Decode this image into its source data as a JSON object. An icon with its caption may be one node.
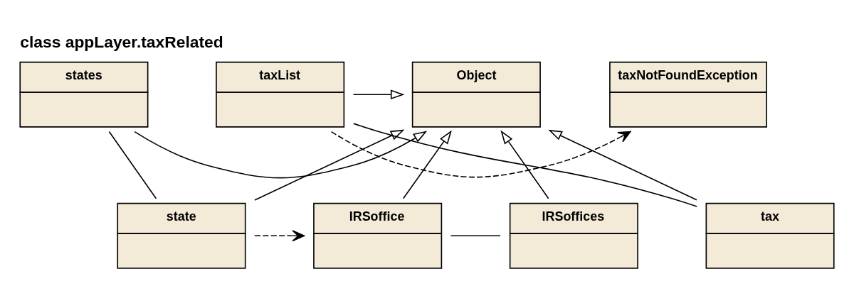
{
  "diagram": {
    "title": "class appLayer.taxRelated",
    "nodes": [
      {
        "text": [
          "states"
        ]
      },
      {
        "text": [
          "Object"
        ]
      },
      {
        "text": [
          "taxList"
        ]
      },
      {
        "text": [
          "taxNotFoundException"
        ]
      },
      {
        "text": [
          "state"
        ]
      },
      {
        "text": [
          "IRSoffice"
        ]
      },
      {
        "text": [
          "IRSoffices"
        ]
      },
      {
        "text": [
          "tax"
        ]
      }
    ],
    "edges": [
      {
        "from": 0,
        "to": 1,
        "arrow": "to"
      },
      {
        "from": 2,
        "to": 1,
        "arrow": "to"
      },
      {
        "from": 2,
        "to": 3,
        "arrow": "to",
        "style": "dashed"
      },
      {
        "from": 0,
        "to": 4,
        "arrow": "none"
      },
      {
        "from": 4,
        "to": 1,
        "arrow": "to"
      },
      {
        "from": 5,
        "to": 1,
        "arrow": "to"
      },
      {
        "from": 6,
        "to": 1,
        "arrow": "to"
      },
      {
        "from": 7,
        "to": 1,
        "arrow": "to"
      },
      {
        "from": 2,
        "to": 7,
        "arrow": "none"
      },
      {
        "from": 4,
        "to": 5,
        "arrow": "to",
        "style": "dashed"
      },
      {
        "from": 5,
        "to": 6,
        "arrow": "none"
      }
    ]
  }
}
